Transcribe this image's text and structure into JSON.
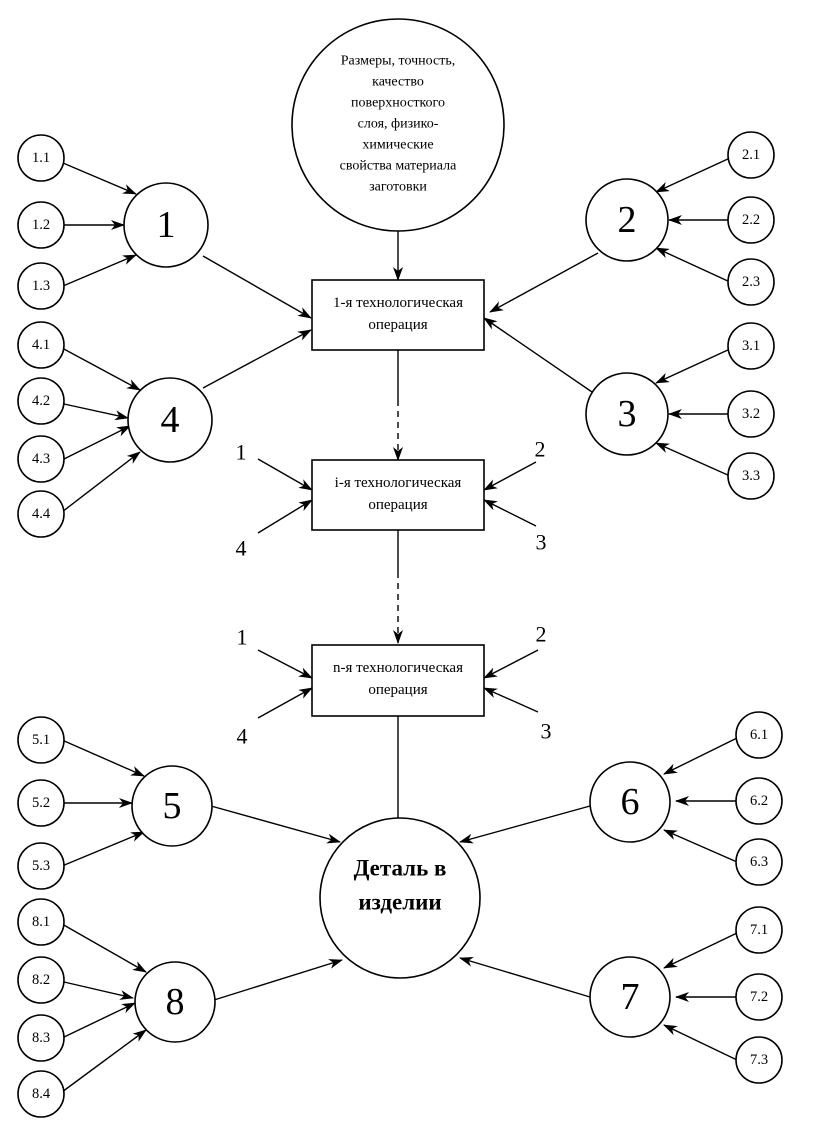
{
  "input_circle": {
    "lines": [
      "Размеры, точность,",
      "качество",
      "поверхносткого",
      "слоя, физико-",
      "химические",
      "свойства материала",
      "заготовки"
    ]
  },
  "operations": {
    "first": {
      "line1": "1-я технологическая",
      "line2": "операция"
    },
    "i": {
      "line1": "i-я технологическая",
      "line2": "операция"
    },
    "n": {
      "line1": "n-я технологическая",
      "line2": "операция"
    }
  },
  "detail": {
    "line1": "Деталь в",
    "line2": "изделии"
  },
  "groups": [
    {
      "id": "1",
      "label": "1",
      "subs": [
        "1.1",
        "1.2",
        "1.3"
      ]
    },
    {
      "id": "2",
      "label": "2",
      "subs": [
        "2.1",
        "2.2",
        "2.3"
      ]
    },
    {
      "id": "3",
      "label": "3",
      "subs": [
        "3.1",
        "3.2",
        "3.3"
      ]
    },
    {
      "id": "4",
      "label": "4",
      "subs": [
        "4.1",
        "4.2",
        "4.3",
        "4.4"
      ]
    },
    {
      "id": "5",
      "label": "5",
      "subs": [
        "5.1",
        "5.2",
        "5.3"
      ]
    },
    {
      "id": "6",
      "label": "6",
      "subs": [
        "6.1",
        "6.2",
        "6.3"
      ]
    },
    {
      "id": "7",
      "label": "7",
      "subs": [
        "7.1",
        "7.2",
        "7.3"
      ]
    },
    {
      "id": "8",
      "label": "8",
      "subs": [
        "8.1",
        "8.2",
        "8.3",
        "8.4"
      ]
    }
  ],
  "op_inputs": {
    "i": [
      "1",
      "2",
      "4",
      "3"
    ],
    "n": [
      "1",
      "2",
      "4",
      "3"
    ]
  }
}
